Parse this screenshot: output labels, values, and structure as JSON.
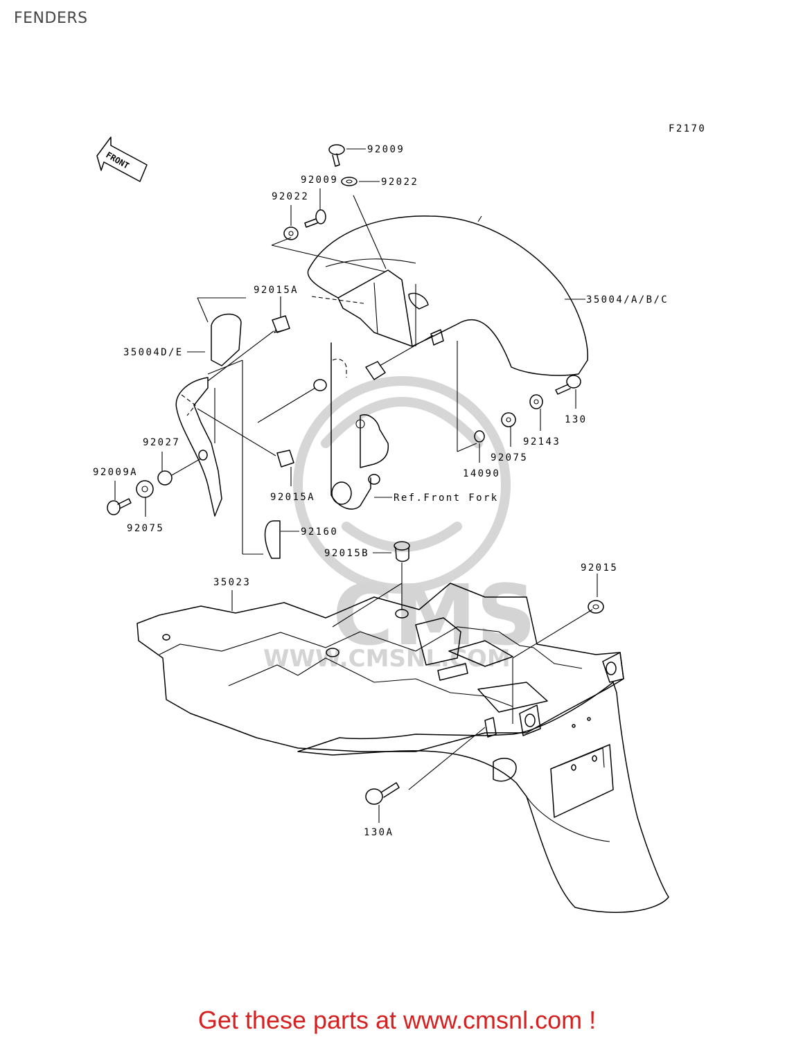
{
  "page": {
    "title": "FENDERS",
    "figure_code": "F2170"
  },
  "direction_arrow": "FRONT",
  "watermark": {
    "logo_text": "CMS",
    "url_text": "WWW.CMSNL.COM"
  },
  "parts": {
    "p92009_top": "92009",
    "p92022_top": "92022",
    "p92009_mid": "92009",
    "p92022_left": "92022",
    "p92015A_top": "92015A",
    "p35004ABC": "35004/A/B/C",
    "p35004DE": "35004D/E",
    "p130": "130",
    "p92143": "92143",
    "p92075_right": "92075",
    "p14090": "14090",
    "p92027": "92027",
    "p92009A": "92009A",
    "p92015A_bot": "92015A",
    "ref_front_fork": "Ref.Front Fork",
    "p92075_left": "92075",
    "p92160": "92160",
    "p92015B": "92015B",
    "p35023": "35023",
    "p92015": "92015",
    "p130A": "130A"
  },
  "cta": "Get these parts at www.cmsnl.com !"
}
